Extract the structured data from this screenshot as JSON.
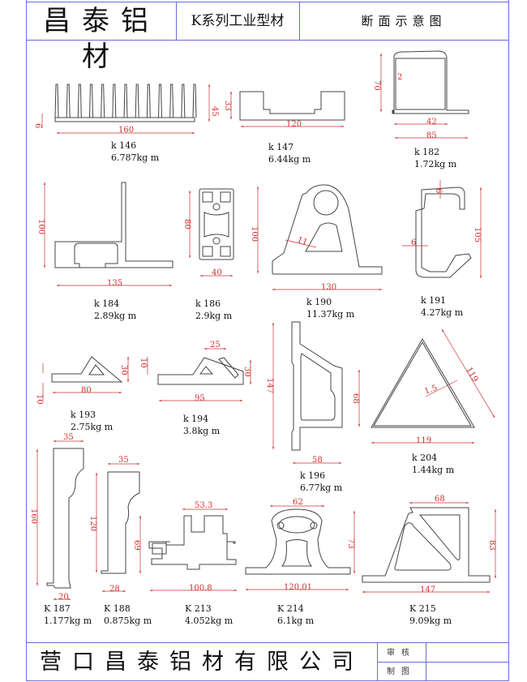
{
  "header": {
    "brand": "昌泰铝材",
    "series": "K系列工业型材",
    "doc_type": "断面示意图"
  },
  "footer": {
    "company": "营口昌泰铝材有限公司",
    "review_label": "审核",
    "drawing_label": "制图",
    "review_value": "",
    "drawing_value": ""
  },
  "colors": {
    "frame": "#6a6ad8",
    "dimension": "#d03030",
    "outline": "#444444"
  },
  "parts": [
    {
      "code": "k 146",
      "weight": "6.787kg m",
      "dims": [
        "160",
        "45",
        "6"
      ]
    },
    {
      "code": "k 147",
      "weight": "6.44kg m",
      "dims": [
        "120",
        "33"
      ]
    },
    {
      "code": "k 182",
      "weight": "1.72kg m",
      "dims": [
        "70",
        "2",
        "42",
        "85"
      ]
    },
    {
      "code": "k 184",
      "weight": "2.89kg m",
      "dims": [
        "100",
        "135"
      ]
    },
    {
      "code": "k 186",
      "weight": "2.9kg m",
      "dims": [
        "80",
        "40"
      ]
    },
    {
      "code": "k 190",
      "weight": "11.37kg m",
      "dims": [
        "100",
        "11",
        "130"
      ]
    },
    {
      "code": "k 191",
      "weight": "4.27kg m",
      "dims": [
        "6",
        "105",
        "6"
      ]
    },
    {
      "code": "k 193",
      "weight": "2.75kg m",
      "dims": [
        "30",
        "10",
        "80"
      ]
    },
    {
      "code": "k 194",
      "weight": "3.8kg m",
      "dims": [
        "25",
        "10",
        "30",
        "95"
      ]
    },
    {
      "code": "k 196",
      "weight": "6.77kg m",
      "dims": [
        "147",
        "68",
        "58"
      ]
    },
    {
      "code": "k 204",
      "weight": "1.44kg m",
      "dims": [
        "119",
        "1.5",
        "119"
      ]
    },
    {
      "code": "K 187",
      "weight": "1.177kg m",
      "dims": [
        "35",
        "160",
        "20"
      ]
    },
    {
      "code": "K 188",
      "weight": "0.875kg m",
      "dims": [
        "35",
        "120",
        "28"
      ]
    },
    {
      "code": "K 213",
      "weight": "4.052kg m",
      "dims": [
        "53.3",
        "69",
        "100.8"
      ]
    },
    {
      "code": "K 214",
      "weight": "6.1kg m",
      "dims": [
        "62",
        "73",
        "120.01"
      ]
    },
    {
      "code": "K 215",
      "weight": "9.09kg m",
      "dims": [
        "68",
        "83",
        "147"
      ]
    }
  ]
}
